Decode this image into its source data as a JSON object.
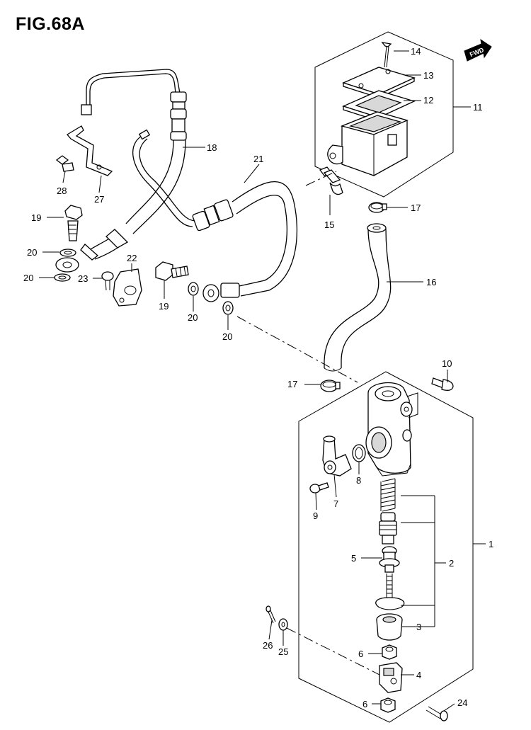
{
  "figure": {
    "title": "FIG.68A",
    "fwd_label": "FWD"
  },
  "callouts": {
    "c1": "1",
    "c2": "2",
    "c3": "3",
    "c4": "4",
    "c5": "5",
    "c6a": "6",
    "c6b": "6",
    "c7": "7",
    "c8": "8",
    "c9": "9",
    "c10": "10",
    "c11": "11",
    "c12": "12",
    "c13": "13",
    "c14": "14",
    "c15": "15",
    "c16": "16",
    "c17a": "17",
    "c17b": "17",
    "c18": "18",
    "c19a": "19",
    "c19b": "19",
    "c20a": "20",
    "c20b": "20",
    "c20c": "20",
    "c20d": "20",
    "c21": "21",
    "c22": "22",
    "c23": "23",
    "c24": "24",
    "c25": "25",
    "c26": "26",
    "c27": "27",
    "c28": "28"
  }
}
